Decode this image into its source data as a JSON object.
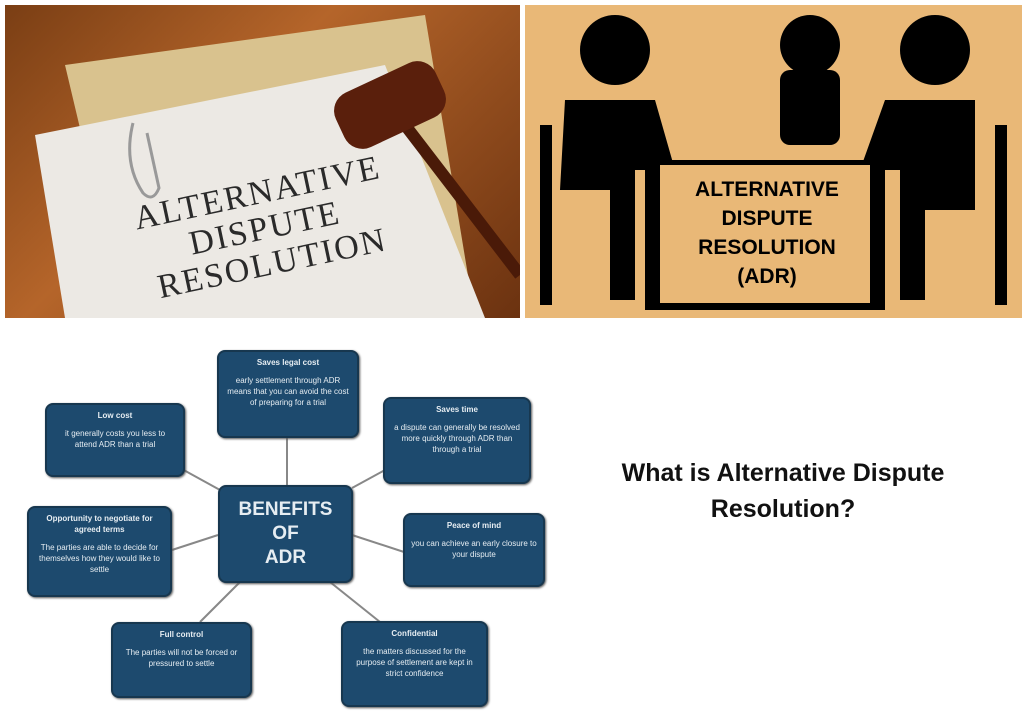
{
  "photo_left": {
    "paper_text": "ALTERNATIVE DISPUTE RESOLUTION"
  },
  "photo_right": {
    "table_text": [
      "ALTERNATIVE",
      "DISPUTE",
      "RESOLUTION",
      "(ADR)"
    ]
  },
  "diagram": {
    "center": [
      "BENEFITS",
      "OF",
      "ADR"
    ],
    "nodes": [
      {
        "title": "Saves legal cost",
        "text": "early settlement through ADR means that you can avoid the cost of preparing for a trial"
      },
      {
        "title": "Low cost",
        "text": "it generally costs you less to attend ADR than a trial"
      },
      {
        "title": "Saves time",
        "text": "a dispute can generally be resolved more quickly through ADR than through a trial"
      },
      {
        "title": "Opportunity to negotiate for agreed terms",
        "text": "The parties are able to decide for themselves how they would like to settle"
      },
      {
        "title": "Peace of mind",
        "text": "you can achieve an early closure to your dispute"
      },
      {
        "title": "Full control",
        "text": "The parties will not be forced or pressured to settle"
      },
      {
        "title": "Confidential",
        "text": "the matters discussed for the purpose of settlement are kept in strict confidence"
      }
    ]
  },
  "headline": "What is Alternative Dispute Resolution?",
  "colors": {
    "box": "#1d4a6e",
    "wood": "#b5652a",
    "tan": "#e9b877"
  }
}
